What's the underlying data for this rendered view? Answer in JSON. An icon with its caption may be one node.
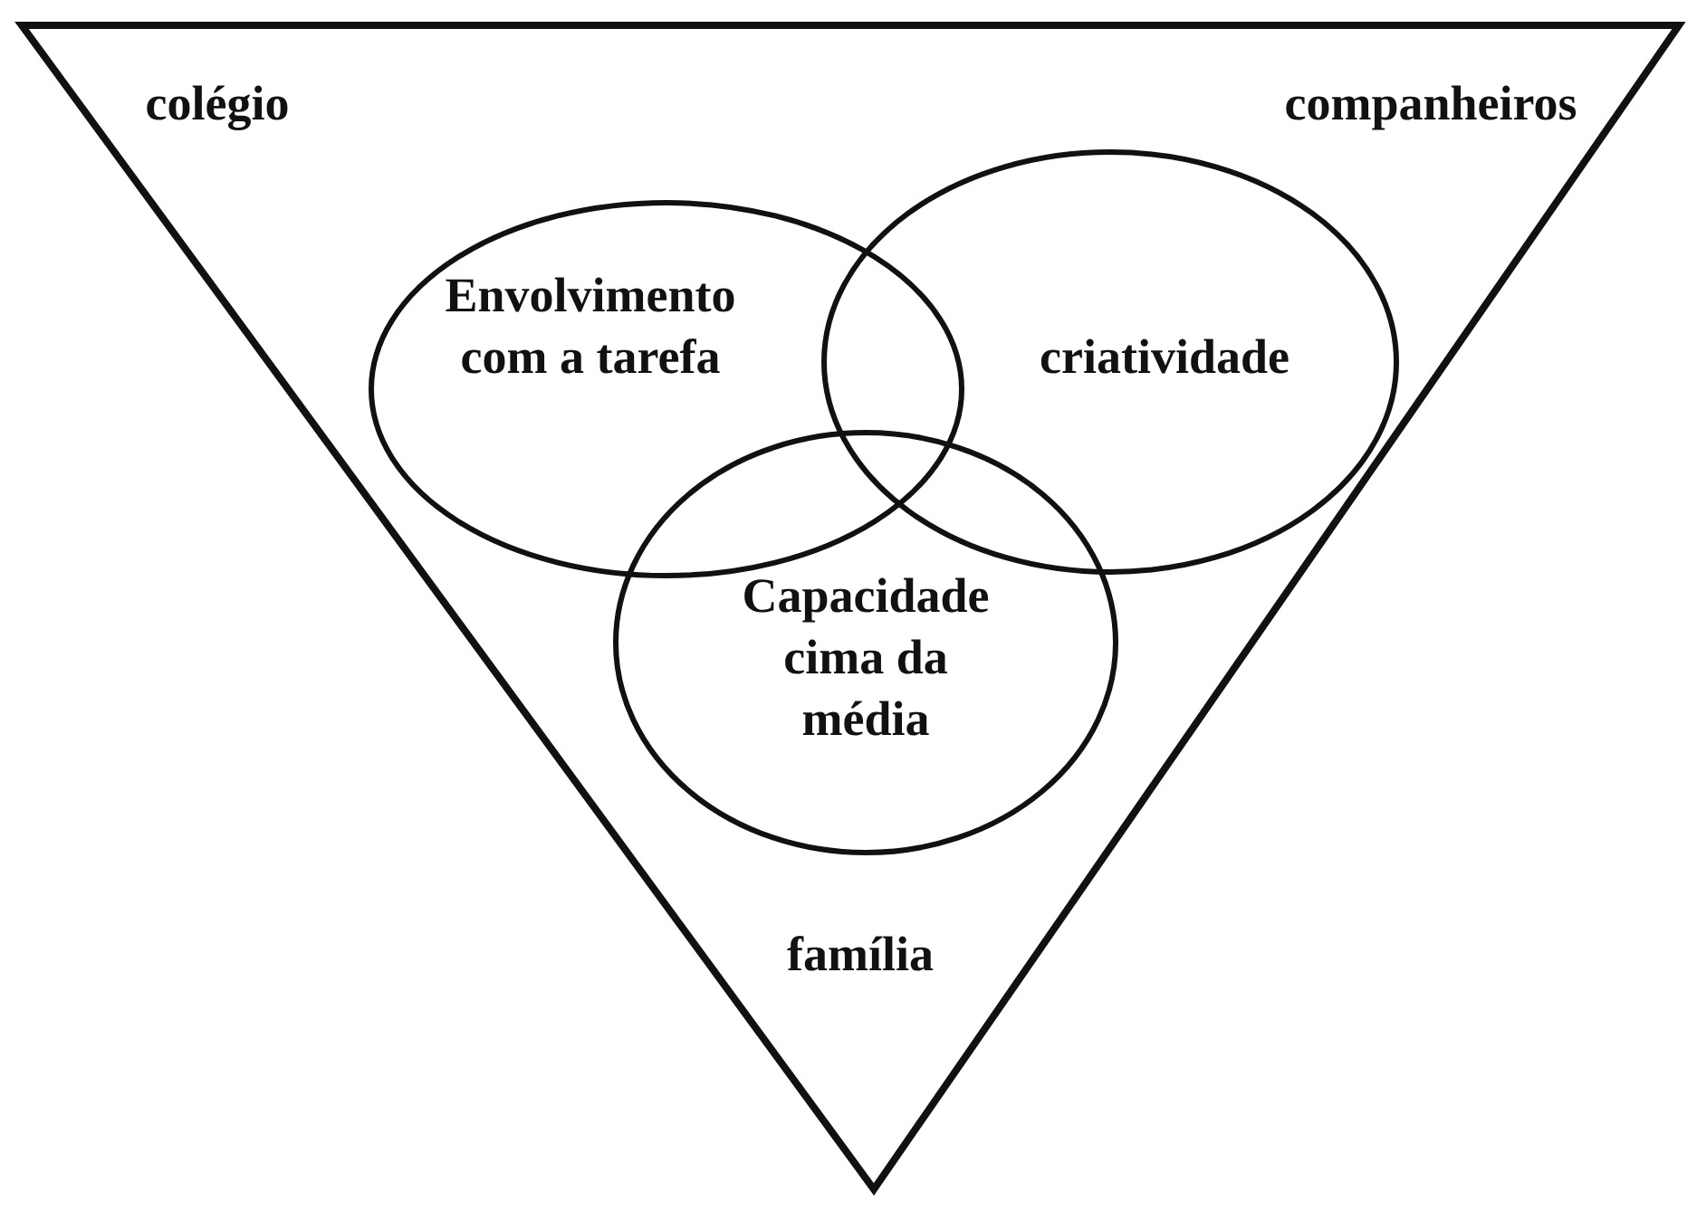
{
  "diagram": {
    "nodes": [
      {
        "text": [
          "colégio",
          "companheiros",
          "família"
        ]
      },
      {
        "text": [
          "Envolvimento com a tarefa"
        ],
        "in": 0
      },
      {
        "text": [
          "criatividade"
        ],
        "in": 0
      },
      {
        "text": [
          "Capacidade cima da média"
        ],
        "in": 0
      }
    ],
    "edges": []
  }
}
